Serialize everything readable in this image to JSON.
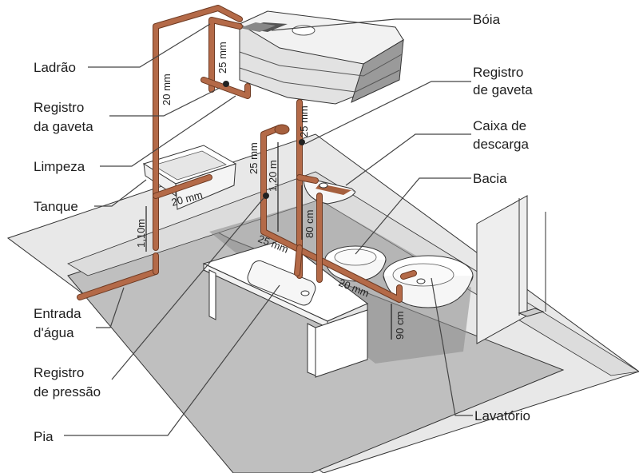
{
  "diagram": {
    "title": "Instalação hidráulica residencial",
    "labels_left": [
      {
        "id": "ladrao",
        "text": "Ladrão"
      },
      {
        "id": "registro-gaveta-left-1",
        "text": "Registro"
      },
      {
        "id": "registro-gaveta-left-2",
        "text": "da gaveta"
      },
      {
        "id": "limpeza",
        "text": "Limpeza"
      },
      {
        "id": "tanque",
        "text": "Tanque"
      },
      {
        "id": "entrada-1",
        "text": "Entrada"
      },
      {
        "id": "entrada-2",
        "text": "d'água"
      },
      {
        "id": "registro-pressao-1",
        "text": "Registro"
      },
      {
        "id": "registro-pressao-2",
        "text": "de pressão"
      },
      {
        "id": "pia",
        "text": "Pia"
      }
    ],
    "labels_right": [
      {
        "id": "boia",
        "text": "Bóia"
      },
      {
        "id": "registro-gaveta-right-1",
        "text": "Registro"
      },
      {
        "id": "registro-gaveta-right-2",
        "text": "de gaveta"
      },
      {
        "id": "caixa-1",
        "text": "Caixa de"
      },
      {
        "id": "caixa-2",
        "text": "descarga"
      },
      {
        "id": "bacia",
        "text": "Bacia"
      },
      {
        "id": "lavatorio",
        "text": "Lavatório"
      }
    ],
    "dimensions": {
      "ladrao_pipe": "20 mm",
      "limpeza_pipe": "25 mm",
      "tanque_pipe": "20 mm",
      "tanque_height": "1,10m",
      "descida_tank": "25 mm",
      "ramal_pipe": "25 mm",
      "registro_pressao_height": "1,20 m",
      "ramal_horizontal": "25 mm",
      "caixa_height": "80 cm",
      "lavatorio_pipe": "20 mm",
      "lavatorio_height": "90 cm"
    },
    "colors": {
      "pipe": "#b46a48",
      "pipe_dark": "#6e3a22",
      "floor": "#bdbdbd",
      "wall": "#e6e6e6",
      "text": "#1e1e1e"
    }
  }
}
